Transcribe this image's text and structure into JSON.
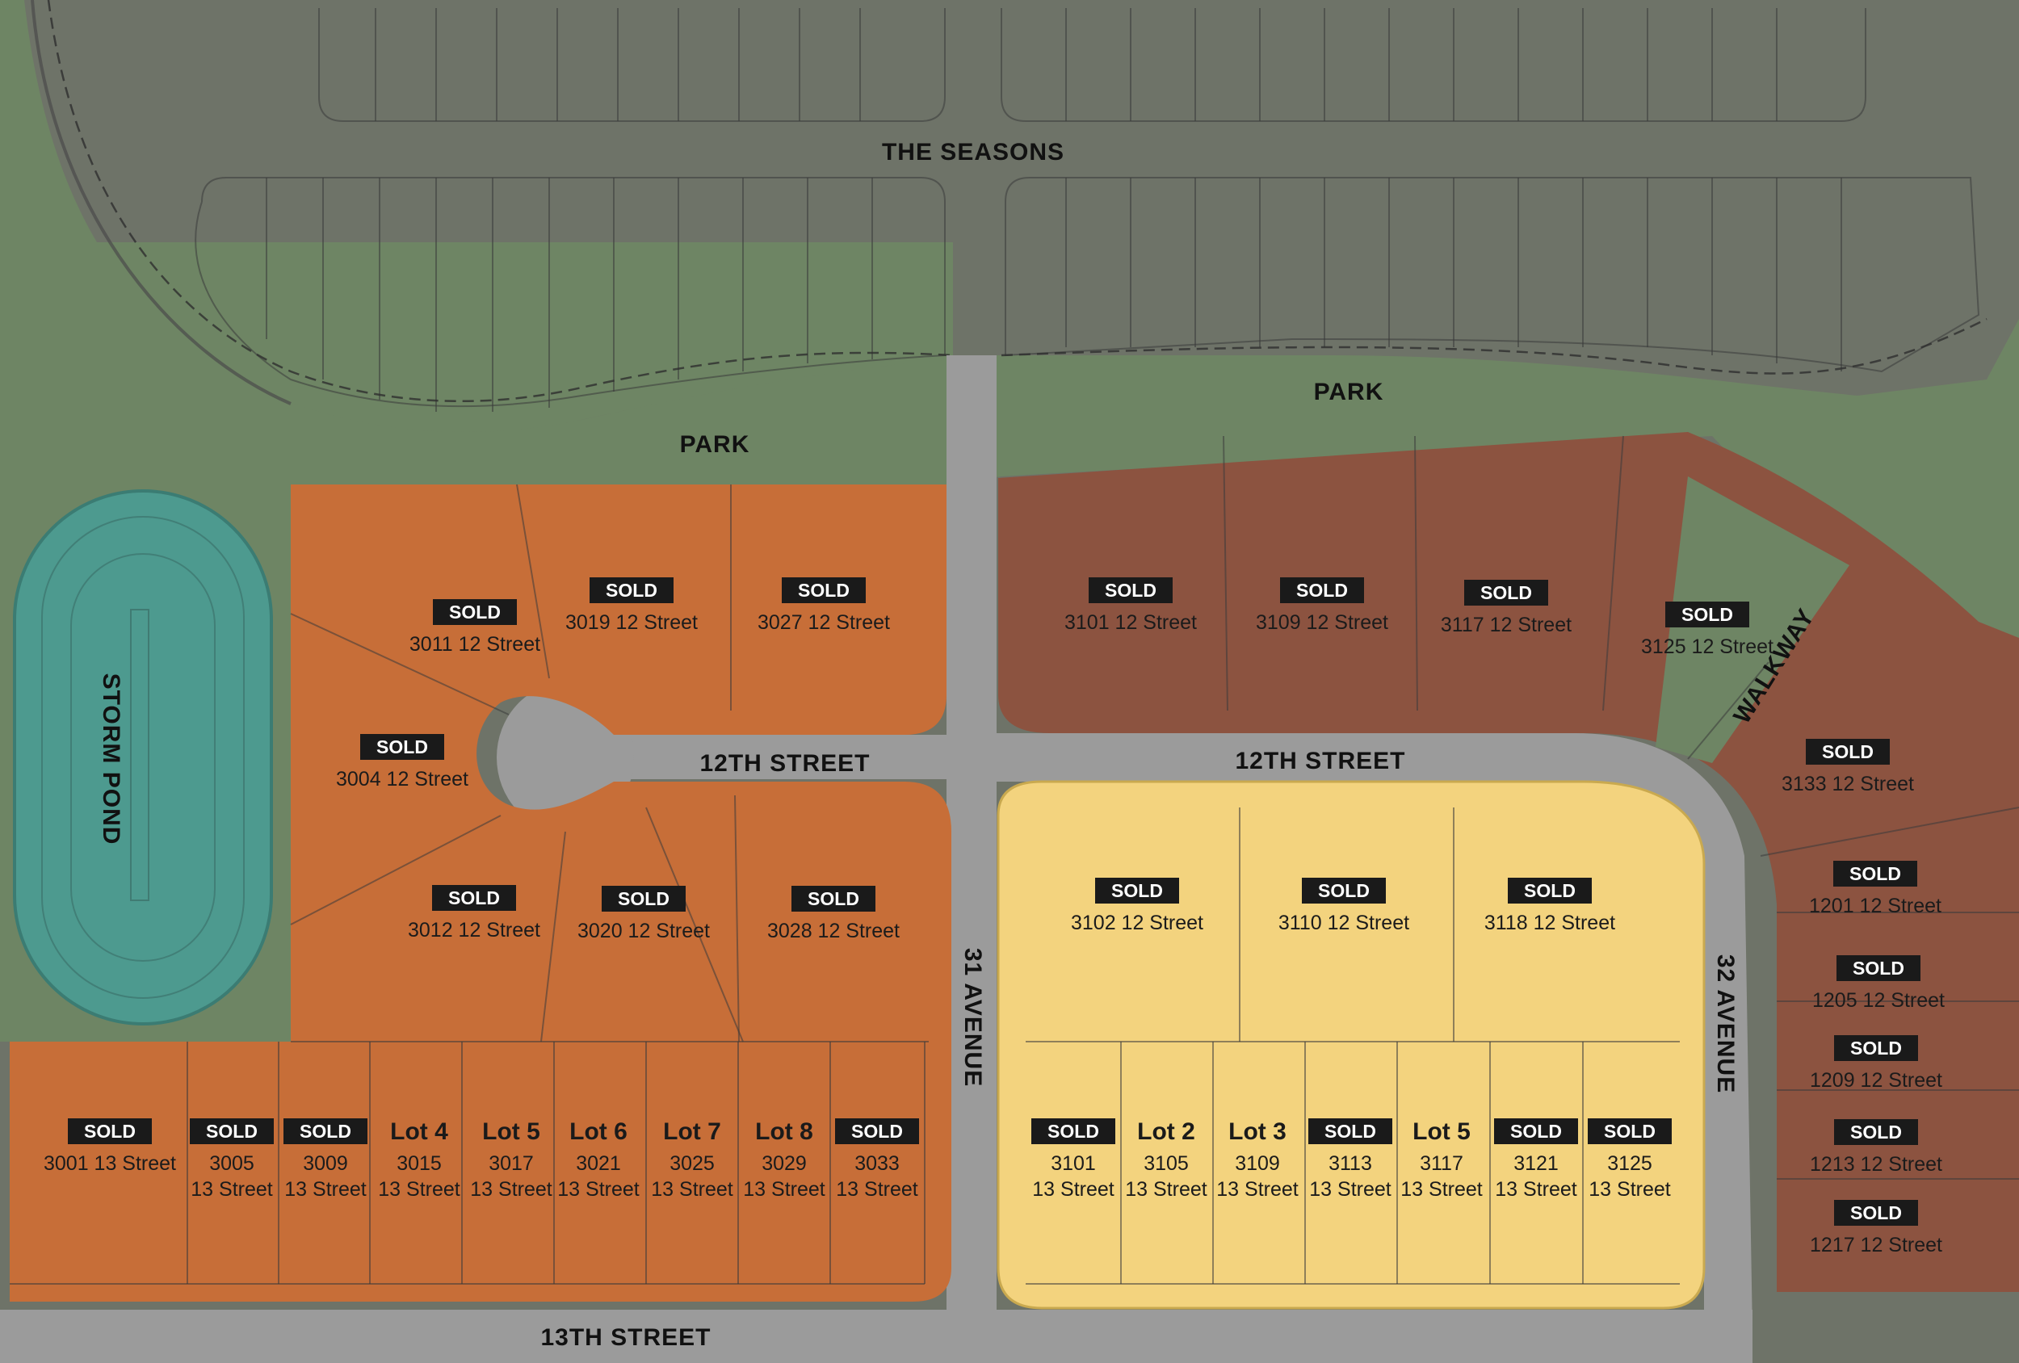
{
  "map": {
    "areas": {
      "the_seasons": "THE SEASONS",
      "park_west": "PARK",
      "park_east": "PARK",
      "storm_pond": "STORM POND",
      "walkway": "WALKWAY"
    },
    "streets": {
      "street12_west": "12TH STREET",
      "street12_east": "12TH STREET",
      "street13": "13TH STREET",
      "avenue31": "31 AVENUE",
      "avenue32": "32 AVENUE"
    },
    "colors": {
      "orange_phase": "#c76e38",
      "brown_phase": "#8c5340",
      "yellow_phase": "#f3d37e",
      "storm_pond": "#4d9a8f",
      "park": "#6e8564",
      "road": "#9b9b9b",
      "existing": "#6e7368",
      "sold_badge": "#1a1a1a"
    },
    "lots": [
      {
        "status": "SOLD",
        "addr1": "3011 12 Street"
      },
      {
        "status": "SOLD",
        "addr1": "3019 12 Street"
      },
      {
        "status": "SOLD",
        "addr1": "3027 12 Street"
      },
      {
        "status": "SOLD",
        "addr1": "3004 12 Street"
      },
      {
        "status": "SOLD",
        "addr1": "3012 12 Street"
      },
      {
        "status": "SOLD",
        "addr1": "3020 12 Street"
      },
      {
        "status": "SOLD",
        "addr1": "3028 12 Street"
      },
      {
        "status": "SOLD",
        "addr1": "3001 13 Street"
      },
      {
        "status": "SOLD",
        "addr1": "3005",
        "addr2": "13 Street"
      },
      {
        "status": "SOLD",
        "addr1": "3009",
        "addr2": "13 Street"
      },
      {
        "status": "Lot 4",
        "addr1": "3015",
        "addr2": "13 Street"
      },
      {
        "status": "Lot 5",
        "addr1": "3017",
        "addr2": "13 Street"
      },
      {
        "status": "Lot 6",
        "addr1": "3021",
        "addr2": "13 Street"
      },
      {
        "status": "Lot 7",
        "addr1": "3025",
        "addr2": "13 Street"
      },
      {
        "status": "Lot 8",
        "addr1": "3029",
        "addr2": "13 Street"
      },
      {
        "status": "SOLD",
        "addr1": "3033",
        "addr2": "13 Street"
      },
      {
        "status": "SOLD",
        "addr1": "3101 12 Street"
      },
      {
        "status": "SOLD",
        "addr1": "3109 12 Street"
      },
      {
        "status": "SOLD",
        "addr1": "3117 12 Street"
      },
      {
        "status": "SOLD",
        "addr1": "3125 12 Street"
      },
      {
        "status": "SOLD",
        "addr1": "3133 12 Street"
      },
      {
        "status": "SOLD",
        "addr1": "1201 12 Street"
      },
      {
        "status": "SOLD",
        "addr1": "1205 12 Street"
      },
      {
        "status": "SOLD",
        "addr1": "1209 12 Street"
      },
      {
        "status": "SOLD",
        "addr1": "1213 12 Street"
      },
      {
        "status": "SOLD",
        "addr1": "1217 12 Street"
      },
      {
        "status": "SOLD",
        "addr1": "3102 12 Street"
      },
      {
        "status": "SOLD",
        "addr1": "3110 12 Street"
      },
      {
        "status": "SOLD",
        "addr1": "3118 12 Street"
      },
      {
        "status": "SOLD",
        "addr1": "3101",
        "addr2": "13 Street"
      },
      {
        "status": "Lot 2",
        "addr1": "3105",
        "addr2": "13 Street"
      },
      {
        "status": "Lot 3",
        "addr1": "3109",
        "addr2": "13 Street"
      },
      {
        "status": "SOLD",
        "addr1": "3113",
        "addr2": "13 Street"
      },
      {
        "status": "Lot 5",
        "addr1": "3117",
        "addr2": "13 Street"
      },
      {
        "status": "SOLD",
        "addr1": "3121",
        "addr2": "13 Street"
      },
      {
        "status": "SOLD",
        "addr1": "3125",
        "addr2": "13 Street"
      }
    ]
  }
}
